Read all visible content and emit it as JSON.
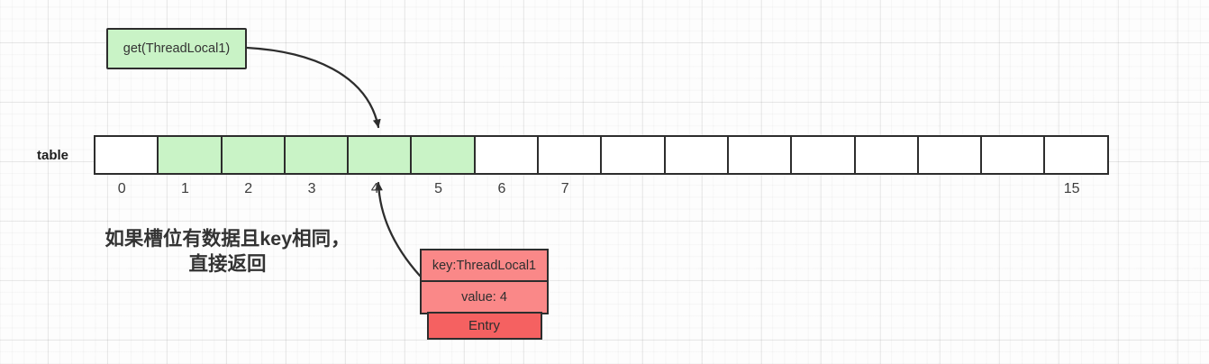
{
  "colors": {
    "green_fill": "#c9f3c6",
    "salmon_fill": "#fa8888",
    "red_fill": "#f56161",
    "line_color": "#2d2d2d"
  },
  "get_box": {
    "label": "get(ThreadLocal1)"
  },
  "table": {
    "label": "table",
    "slots": [
      {
        "index": "0",
        "state": "white"
      },
      {
        "index": "1",
        "state": "green"
      },
      {
        "index": "2",
        "state": "green"
      },
      {
        "index": "3",
        "state": "green"
      },
      {
        "index": "4",
        "state": "green"
      },
      {
        "index": "5",
        "state": "green"
      },
      {
        "index": "6",
        "state": "white"
      },
      {
        "index": "7",
        "state": "white"
      },
      {
        "index": "",
        "state": "white"
      },
      {
        "index": "",
        "state": "white"
      },
      {
        "index": "",
        "state": "white"
      },
      {
        "index": "",
        "state": "white"
      },
      {
        "index": "",
        "state": "white"
      },
      {
        "index": "",
        "state": "white"
      },
      {
        "index": "",
        "state": "white"
      },
      {
        "index": "15",
        "state": "white"
      }
    ]
  },
  "note": {
    "line1": "如果槽位有数据且key相同，",
    "line2": "直接返回"
  },
  "entry_stack": {
    "key": "key:ThreadLocal1",
    "value": "value: 4",
    "type": "Entry"
  },
  "arrows": [
    {
      "name": "get-to-slot4",
      "from": "get_box",
      "to": "table-slot-4-top"
    },
    {
      "name": "entry-to-slot4",
      "from": "entry_stack",
      "to": "table-slot-4-bottom"
    }
  ]
}
